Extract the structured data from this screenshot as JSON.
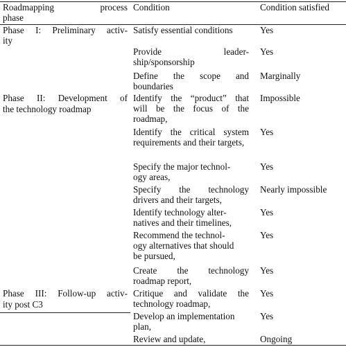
{
  "headers": {
    "phase_line1": "Roadmapping process",
    "phase_line2": "phase",
    "condition": "Condition",
    "satisfied": "Condition satisfied"
  },
  "phases": {
    "p1_line1": "Phase I: Preliminary activ-",
    "p1_line2": "ity",
    "p2_line1": "Phase II: Development of",
    "p2_line2": "the technology roadmap",
    "p3_line1": "Phase III: Follow-up activ-",
    "p3_line2": "ity post C3"
  },
  "rows": [
    {
      "c1": "Satisfy essential conditions",
      "c2": "",
      "s": "Yes"
    },
    {
      "c1": "Provide leader-",
      "c2": "ship/sponsorship",
      "s": "Yes"
    },
    {
      "c1": "Define the scope and",
      "c2": "boundaries",
      "s": "Marginally"
    },
    {
      "c1": "Identify the “product” that",
      "c2": "will be the focus of the",
      "c3": "roadmap,",
      "s": "Impossible"
    },
    {
      "c1": "Identify the critical system",
      "c2": "requirements and their targets,",
      "s": "Yes"
    },
    {
      "c1": "Specify the major technol-",
      "c2": "ogy areas,",
      "s": "Yes"
    },
    {
      "c1": "Specify the technology",
      "c2": "drivers and their targets,",
      "s": "Nearly impossible"
    },
    {
      "c1": "Identify technology alter-",
      "c2": "natives and their timelines,",
      "s": "Yes"
    },
    {
      "c1": "Recommend the technol-",
      "c2": "ogy alternatives that should",
      "c3": "be pursued,",
      "s": "Yes"
    },
    {
      "c1": "Create the technology",
      "c2": "roadmap report,",
      "s": "Yes"
    },
    {
      "c1": "Critique and validate the",
      "c2": "technology roadmap,",
      "s": "Yes"
    },
    {
      "c1": "Develop an implementation",
      "c2": "plan,",
      "s": "Yes"
    },
    {
      "c1": "Review and update,",
      "c2": "",
      "s": "Ongoing"
    }
  ]
}
